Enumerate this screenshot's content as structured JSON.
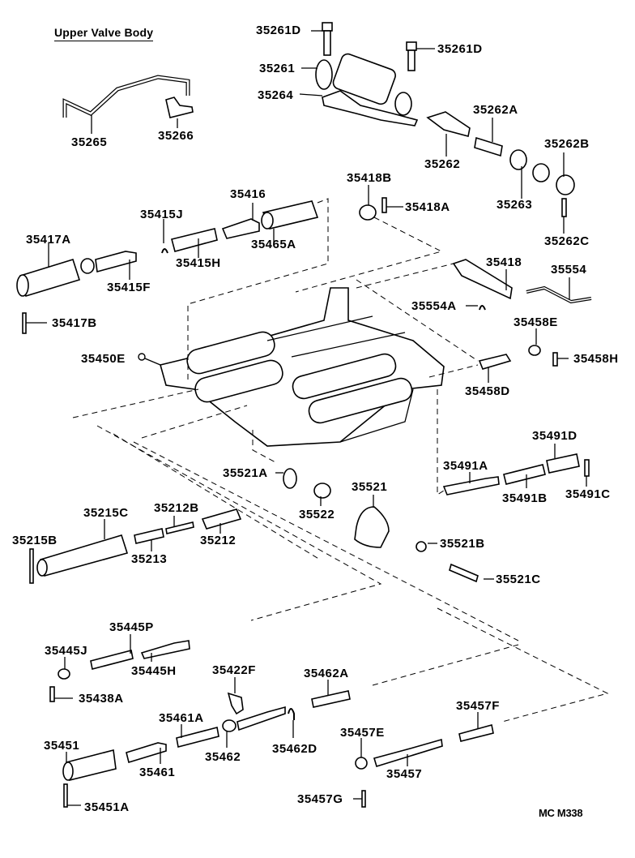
{
  "title": "Upper Valve Body",
  "diagram_code": "MC M338",
  "parts": {
    "p35261D_a": "35261D",
    "p35261D_b": "35261D",
    "p35261": "35261",
    "p35264": "35264",
    "p35265": "35265",
    "p35266": "35266",
    "p35262A": "35262A",
    "p35262": "35262",
    "p35262B": "35262B",
    "p35263": "35263",
    "p35262C": "35262C",
    "p35418B": "35418B",
    "p35418A": "35418A",
    "p35416": "35416",
    "p35415J": "35415J",
    "p35417A": "35417A",
    "p35465A": "35465A",
    "p35415H": "35415H",
    "p35415F": "35415F",
    "p35417B": "35417B",
    "p35418": "35418",
    "p35554": "35554",
    "p35554A": "35554A",
    "p35458E": "35458E",
    "p35458H": "35458H",
    "p35450E": "35450E",
    "p35458D": "35458D",
    "p35491D": "35491D",
    "p35491A": "35491A",
    "p35491B": "35491B",
    "p35491C": "35491C",
    "p35521A": "35521A",
    "p35521": "35521",
    "p35522": "35522",
    "p35521B": "35521B",
    "p35521C": "35521C",
    "p35215C": "35215C",
    "p35212B": "35212B",
    "p35215B": "35215B",
    "p35212": "35212",
    "p35213": "35213",
    "p35445P": "35445P",
    "p35445J": "35445J",
    "p35445H": "35445H",
    "p35438A": "35438A",
    "p35422F": "35422F",
    "p35462A": "35462A",
    "p35461A": "35461A",
    "p35457F": "35457F",
    "p35451": "35451",
    "p35457E": "35457E",
    "p35461": "35461",
    "p35462": "35462",
    "p35462D": "35462D",
    "p35457": "35457",
    "p35451A": "35451A",
    "p35457G": "35457G"
  }
}
